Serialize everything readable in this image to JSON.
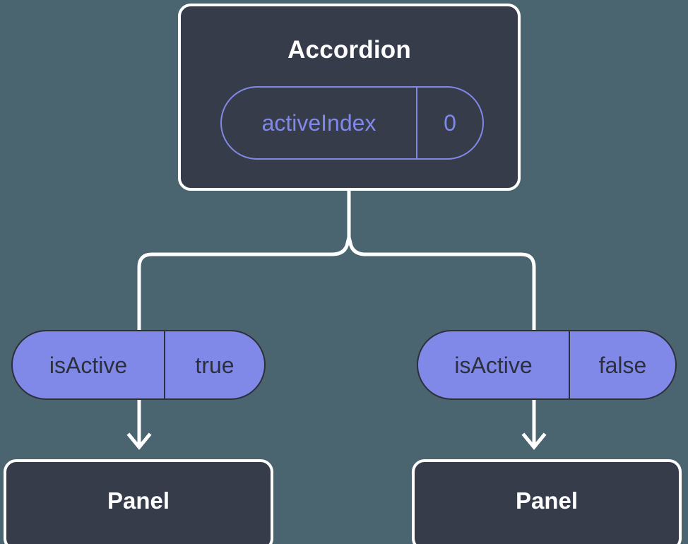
{
  "diagram": {
    "type": "component-state-tree",
    "background_color": "#4a6470",
    "node_fill": "#373c4b",
    "accent_color": "#8189e8",
    "stroke_color": "#ffffff",
    "root": {
      "title": "Accordion",
      "state_pill": {
        "key": "activeIndex",
        "value": "0"
      }
    },
    "branches": [
      {
        "prop_pill": {
          "key": "isActive",
          "value": "true"
        },
        "child": {
          "title": "Panel"
        }
      },
      {
        "prop_pill": {
          "key": "isActive",
          "value": "false"
        },
        "child": {
          "title": "Panel"
        }
      }
    ]
  }
}
